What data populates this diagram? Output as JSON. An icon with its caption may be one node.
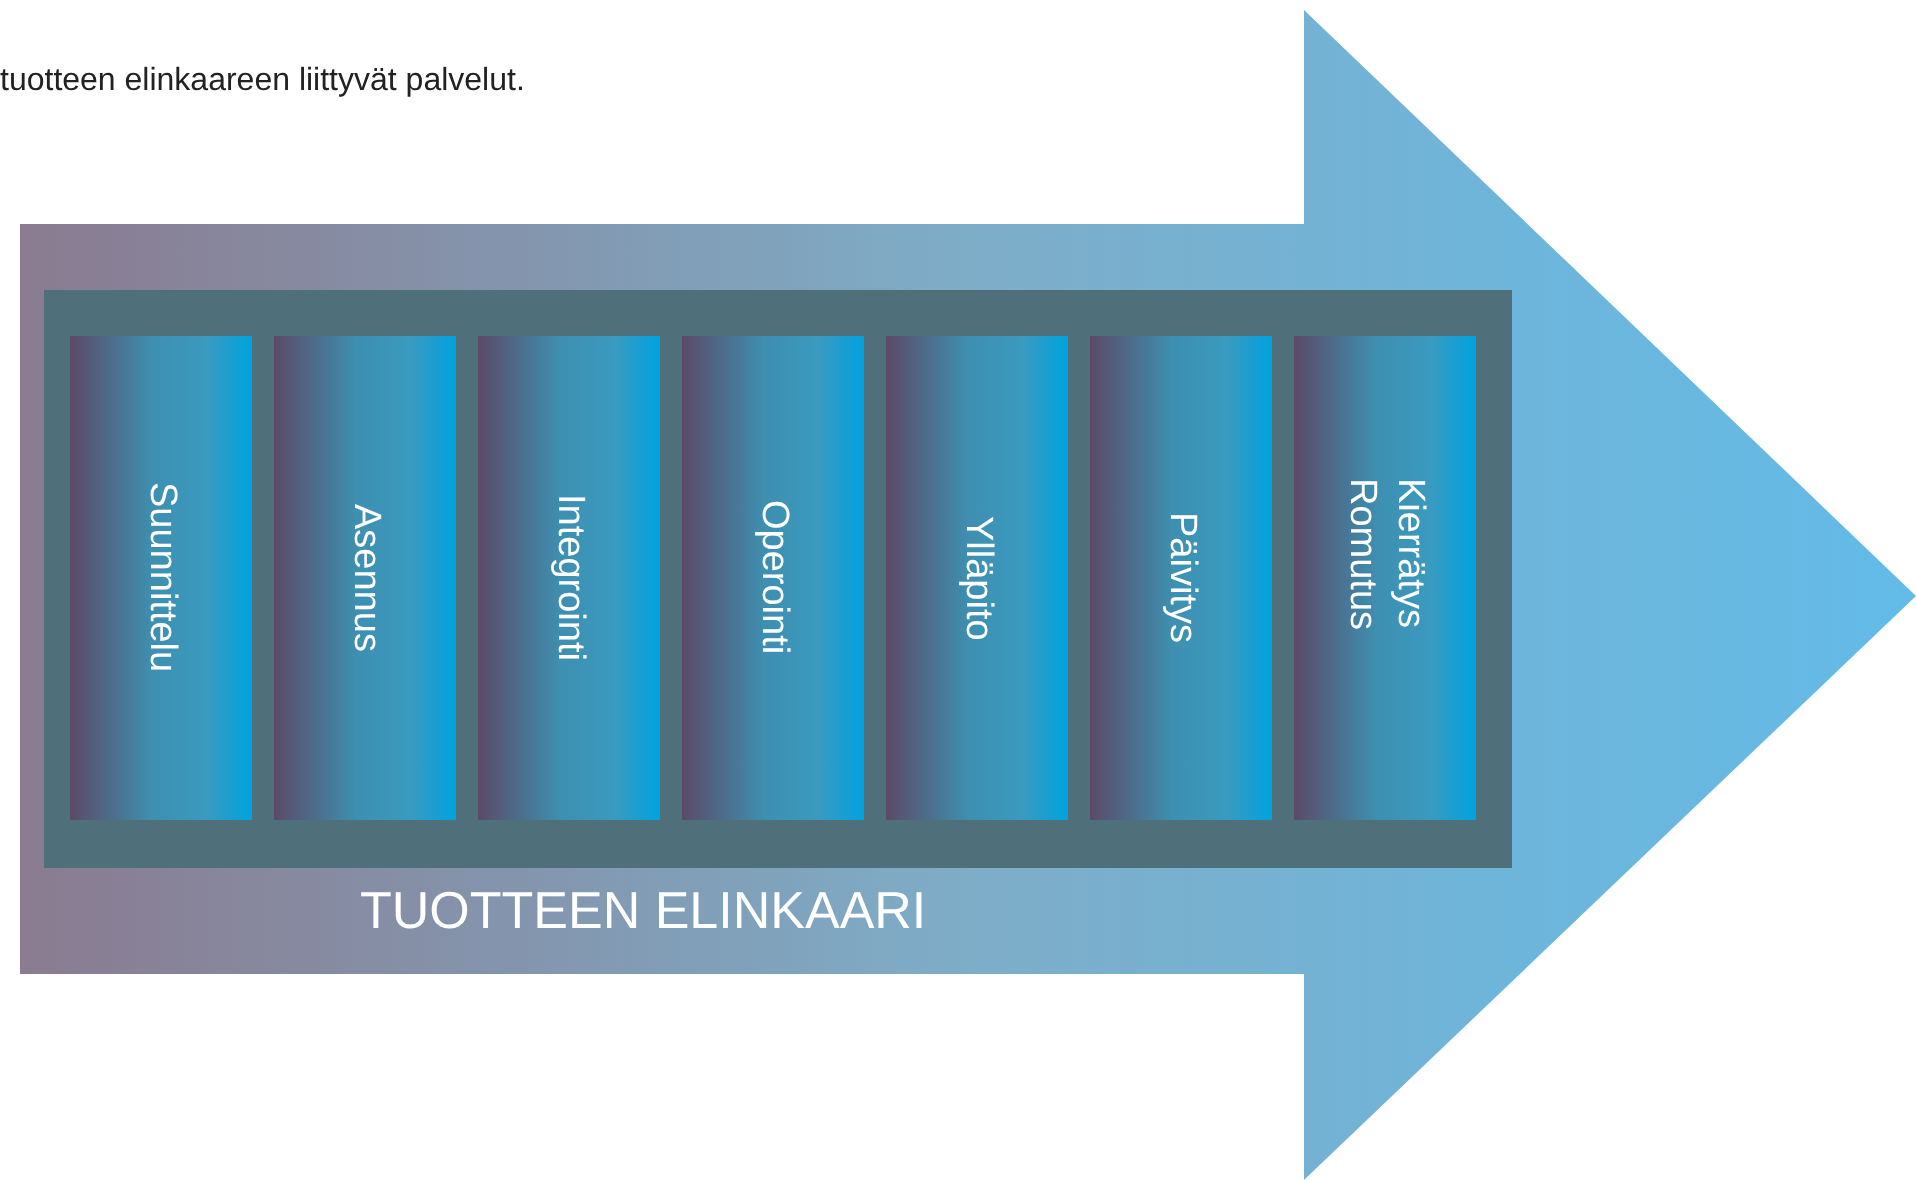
{
  "diagram": {
    "title": "tuotteen elinkaareen liittyvät palvelut.",
    "nodes": [
      {
        "text": [
          "TUOTTEEN ELINKAARI"
        ]
      },
      {
        "text": [],
        "shape": "box",
        "in": 0
      },
      {
        "text": [
          "Suunnittelu"
        ],
        "in": 1
      },
      {
        "text": [
          "Asennus"
        ],
        "in": 1
      },
      {
        "text": [
          "Integrointi"
        ],
        "in": 1
      },
      {
        "text": [
          "Operointi"
        ],
        "in": 1
      },
      {
        "text": [
          "Ylläpito"
        ],
        "in": 1
      },
      {
        "text": [
          "Päivitys"
        ],
        "in": 1
      },
      {
        "text": [
          "Kierrätys Romutus"
        ],
        "in": 1
      }
    ]
  }
}
